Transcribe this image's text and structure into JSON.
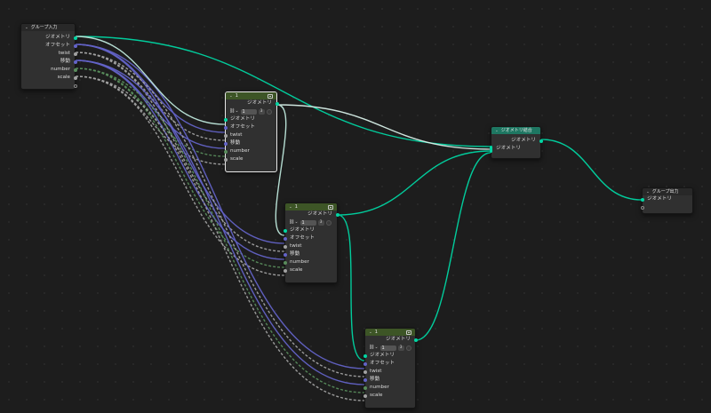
{
  "colors": {
    "geometry_socket": "#00d6a3",
    "vector_socket": "#6363c7",
    "float_socket": "#a1a1a1",
    "integer_socket": "#598c5c",
    "group_header": "#3d5526",
    "join_header": "#1e7762"
  },
  "group_input": {
    "title": "グループ入力",
    "outputs": [
      "ジオメトリ",
      "オフセット",
      "twist",
      "移動",
      "number",
      "scale"
    ]
  },
  "group_nodes": [
    {
      "title": "1",
      "output": "ジオメトリ",
      "datablock": "1",
      "user_count": "3",
      "inputs": [
        "ジオメトリ",
        "オフセット",
        "twist",
        "移動",
        "number",
        "scale"
      ]
    },
    {
      "title": "1",
      "output": "ジオメトリ",
      "datablock": "1",
      "user_count": "3",
      "inputs": [
        "ジオメトリ",
        "オフセット",
        "twist",
        "移動",
        "number",
        "scale"
      ]
    },
    {
      "title": "1",
      "output": "ジオメトリ",
      "datablock": "1",
      "user_count": "3",
      "inputs": [
        "ジオメトリ",
        "オフセット",
        "twist",
        "移動",
        "number",
        "scale"
      ]
    }
  ],
  "join_node": {
    "title": "ジオメトリ結合",
    "output": "ジオメトリ",
    "input": "ジオメトリ"
  },
  "group_output": {
    "title": "グループ出力",
    "input": "ジオメトリ"
  }
}
